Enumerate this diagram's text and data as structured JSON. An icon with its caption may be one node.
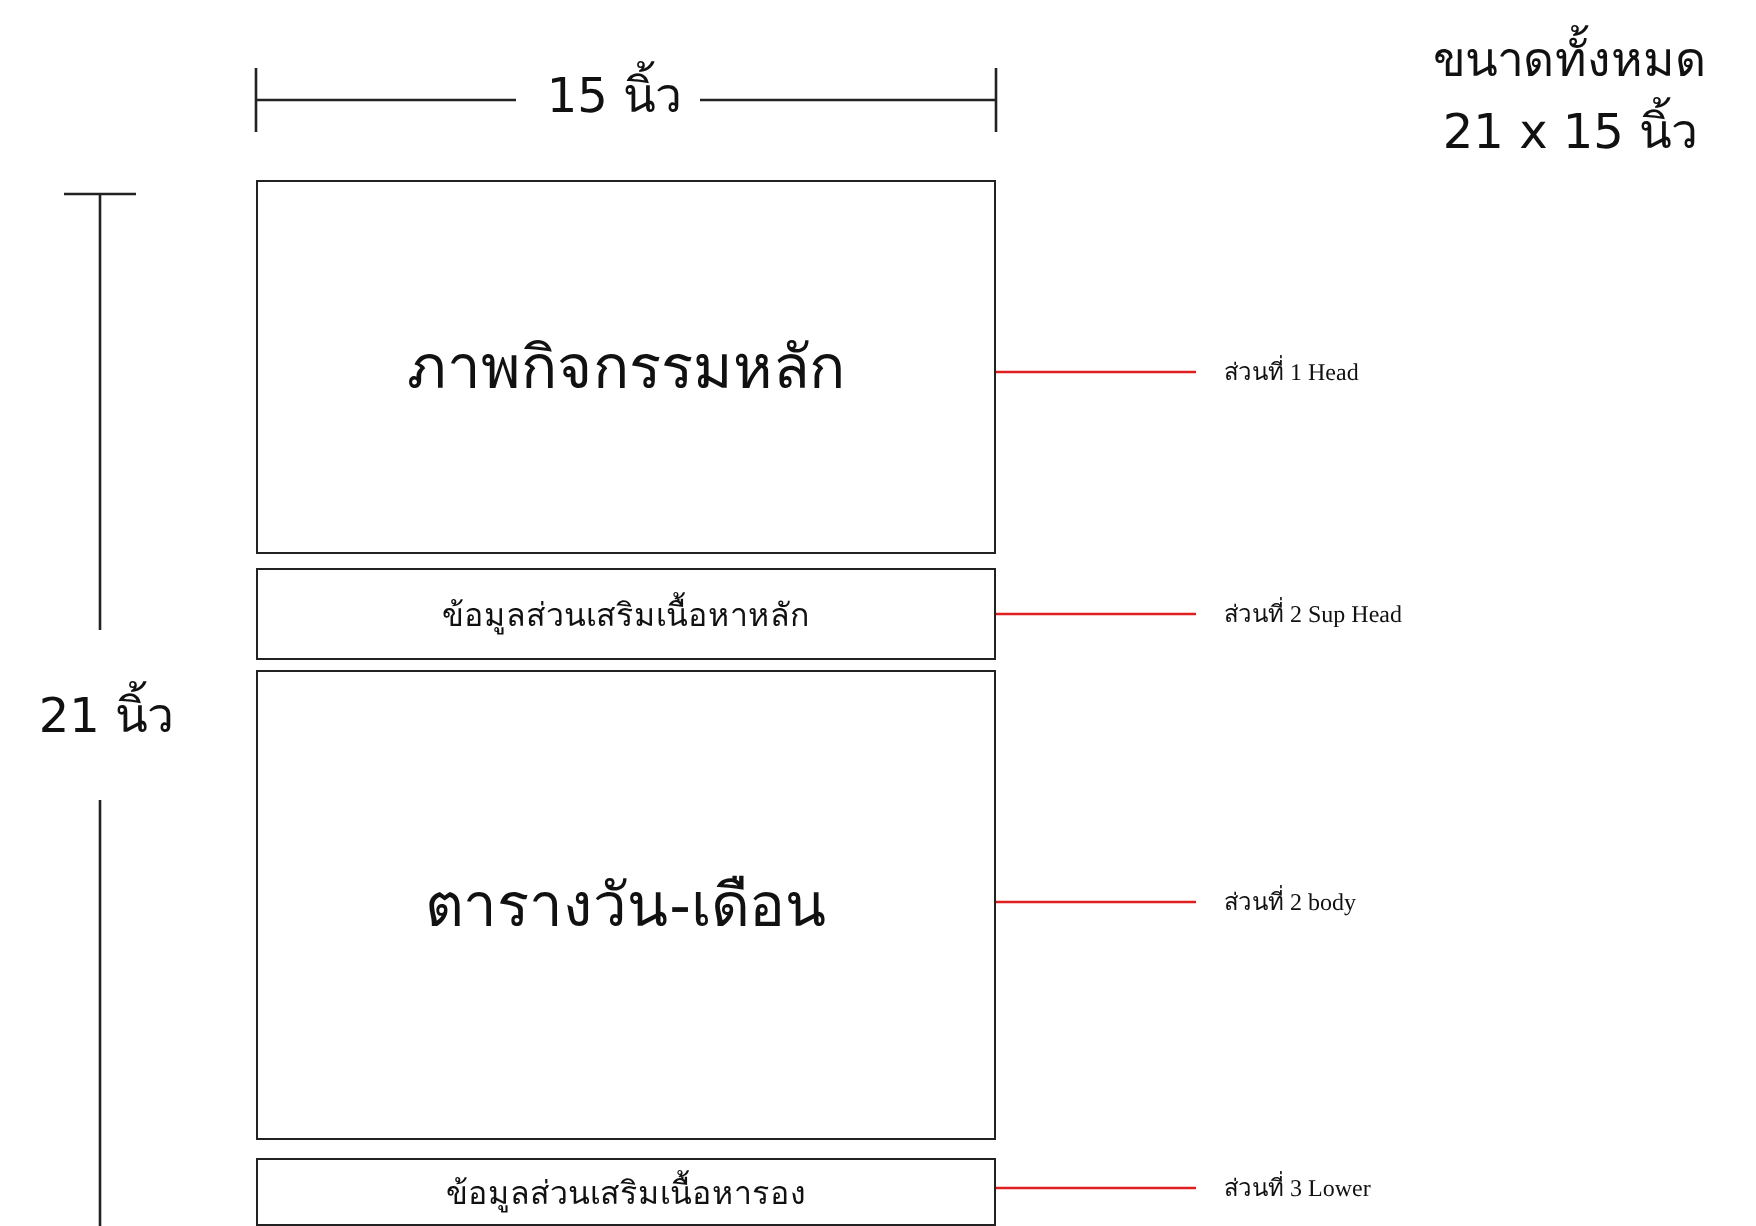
{
  "diagram": {
    "title": "ขนาดทั้งหมด 21 x 15 นิ้ว",
    "nodes": [
      {
        "text": [
          "ภาพกิจกรรมหลัก"
        ]
      },
      {
        "text": [
          "ข้อมูลส่วนเสริมเนื้อหาหลัก"
        ]
      },
      {
        "text": [
          "ตารางวัน-เดือน"
        ]
      },
      {
        "text": [
          "ข้อมูลส่วนเสริมเนื้อหารอง"
        ]
      },
      {
        "text": [
          "ส่วนที่ 1 Head"
        ]
      },
      {
        "text": [
          "ส่วนที่ 2 Sup Head"
        ]
      },
      {
        "text": [
          "ส่วนที่ 2 body"
        ]
      },
      {
        "text": [
          "ส่วนที่ 3 Lower"
        ]
      }
    ],
    "edges": [
      {
        "from": 4,
        "to": 0,
        "arrow": "none"
      },
      {
        "from": 5,
        "to": 1,
        "arrow": "none"
      },
      {
        "from": 6,
        "to": 2,
        "arrow": "none"
      },
      {
        "from": 7,
        "to": 3,
        "arrow": "none"
      }
    ],
    "labels": [
      "15 นิ้ว",
      "21 นิ้ว"
    ]
  }
}
